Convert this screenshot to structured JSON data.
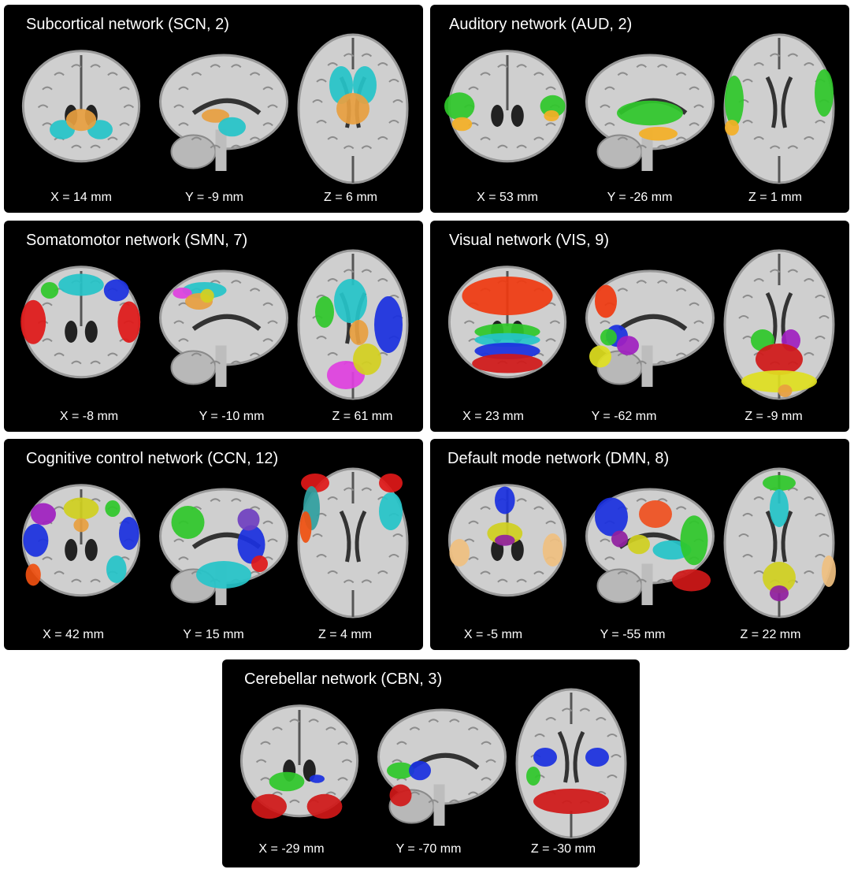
{
  "panels": [
    {
      "title": "Subcortical network (SCN, 2)",
      "coords": [
        "X = 14 mm",
        "Y = -9 mm",
        "Z = 6 mm"
      ],
      "overlay_colors": [
        "#25c4c9",
        "#e8a040"
      ]
    },
    {
      "title": "Auditory network (AUD, 2)",
      "coords": [
        "X = 53 mm",
        "Y = -26 mm",
        "Z = 1 mm"
      ],
      "overlay_colors": [
        "#2fc82a",
        "#f4b026"
      ]
    },
    {
      "title": "Somatomotor network (SMN, 7)",
      "coords": [
        "X = -8 mm",
        "Y = -10 mm",
        "Z = 61 mm"
      ],
      "overlay_colors": [
        "#e01818",
        "#25c4c9",
        "#1a30e0",
        "#2fc82a",
        "#e040e0",
        "#e8a040",
        "#d4d020"
      ]
    },
    {
      "title": "Visual network (VIS, 9)",
      "coords": [
        "X = 23 mm",
        "Y = -62 mm",
        "Z = -9 mm"
      ],
      "overlay_colors": [
        "#f03a10",
        "#25c4c9",
        "#1a30e0",
        "#d01818",
        "#2fc82a",
        "#e0e020",
        "#a020c0",
        "#e8a040",
        "#30a0a0"
      ]
    },
    {
      "title": "Cognitive control network (CCN, 12)",
      "coords": [
        "X = 42 mm",
        "Y = 15 mm",
        "Z = 4 mm"
      ],
      "overlay_colors": [
        "#1a30e0",
        "#25c4c9",
        "#2fc82a",
        "#d0d020",
        "#a020c0",
        "#e01818",
        "#e8a040",
        "#f05010",
        "#30a0a0",
        "#7040c0",
        "#c0e040",
        "#ff8040"
      ]
    },
    {
      "title": "Default mode network (DMN, 8)",
      "coords": [
        "X = -5 mm",
        "Y = -55 mm",
        "Z = 22 mm"
      ],
      "overlay_colors": [
        "#1a30e0",
        "#d0d020",
        "#9020a0",
        "#f0c080",
        "#25c4c9",
        "#2fc82a",
        "#d01818",
        "#f05020"
      ]
    },
    {
      "title": "Cerebellar network (CBN, 3)",
      "coords": [
        "X = -29 mm",
        "Y = -70 mm",
        "Z = -30 mm"
      ],
      "overlay_colors": [
        "#2fc82a",
        "#1a30e0",
        "#d01818"
      ]
    }
  ]
}
